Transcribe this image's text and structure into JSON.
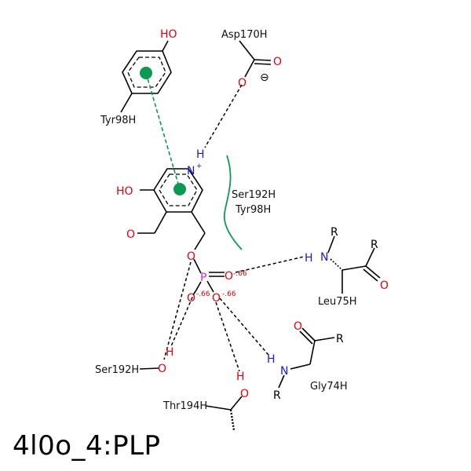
{
  "title": "4l0o_4:PLP",
  "colors": {
    "bond": "#000000",
    "oxygen": "#e8000e",
    "nitrogen": "#1a1adb",
    "phosphorus": "#d22ad2",
    "charge": "#cc0000",
    "pi_interaction": "#0c9a52",
    "hydrophobic": "#0c9a52"
  },
  "atoms": {
    "o": "O",
    "n": "N",
    "p": "P",
    "h": "H",
    "ho": "HO",
    "r": "R"
  },
  "charges": {
    "n_plus": "+",
    "o_minus": "⊖",
    "phosphate_1": "-.66",
    "phosphate_2": "-.66",
    "phosphate_3": "-.66"
  },
  "residues": {
    "asp170": "Asp170H",
    "tyr98": "Tyr98H",
    "ser192": "Ser192H",
    "thr194": "Thr194H",
    "gly74": "Gly74H",
    "leu75": "Leu75H"
  },
  "hydrophobic_contact": {
    "residues": [
      "Ser192H",
      "Tyr98H"
    ]
  },
  "icons": [
    "pi-stacking-centroid-icon",
    "hydrophobic-arc-icon"
  ]
}
